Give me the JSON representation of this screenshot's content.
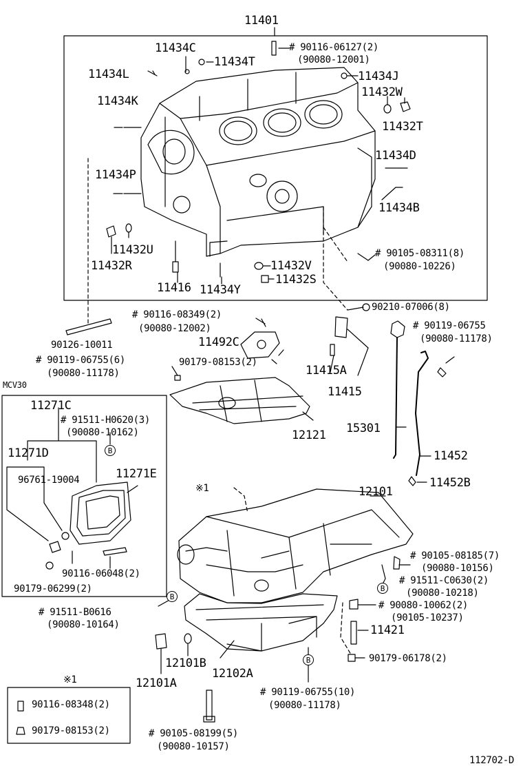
{
  "diagram_id": "112702-D",
  "variant_label": "MCV30",
  "ref_marker": "※1",
  "bubble_b": "B",
  "labels": {
    "p11401": "11401",
    "p11434C": "11434C",
    "p11434T": "11434T",
    "p11434L": "11434L",
    "p11434J": "11434J",
    "p11432W": "11432W",
    "p11434K": "11434K",
    "p11432T": "11432T",
    "p11434D": "11434D",
    "p11434P": "11434P",
    "p11434B": "11434B",
    "p11432U": "11432U",
    "p11432R": "11432R",
    "p11416": "11416",
    "p11434Y": "11434Y",
    "p11432V": "11432V",
    "p11432S": "11432S",
    "bolt_top_a": "# 90116-06127(2)",
    "bolt_top_b": "(90080-12001)",
    "bolt_side_a": "# 90105-08311(8)",
    "bolt_side_b": "(90080-10226)",
    "p90210": "90210-07006(8)",
    "stud_a": "# 90116-08349(2)",
    "stud_b": "(90080-12002)",
    "p11492C": "11492C",
    "p90126": "90126-10011",
    "p90179_08153": "90179-08153(2)",
    "p11415A": "11415A",
    "p11415": "11415",
    "bolt_l_a": "# 90119-06755(6)",
    "bolt_l_b": "(90080-11178)",
    "bolt_r_a": "# 90119-06755",
    "bolt_r_b": "(90080-11178)",
    "p12121": "12121",
    "p15301": "15301",
    "p11452": "11452",
    "p11452B": "11452B",
    "p11271C": "11271C",
    "nut_a": "# 91511-H0620(3)",
    "nut_b": "(90080-10162)",
    "p11271D": "11271D",
    "p96761": "96761-19004",
    "p11271E": "11271E",
    "p90116_06048": "90116-06048(2)",
    "p90179_06299": "90179-06299(2)",
    "p12101": "12101",
    "bolt_pan_a": "# 90105-08185(7)",
    "bolt_pan_b": "(90080-10156)",
    "nut_c_a": "# 91511-C0630(2)",
    "nut_c_b": "(90080-10218)",
    "nut_d_a": "# 90080-10062(2)",
    "nut_d_b": "(90105-10237)",
    "bolt_b616_a": "# 91511-B0616",
    "bolt_b616_b": "(90080-10164)",
    "p11421": "11421",
    "p90179_06178": "90179-06178(2)",
    "p12101B": "12101B",
    "p12102A": "12102A",
    "p12101A": "12101A",
    "bolt_bot_a": "# 90119-06755(10)",
    "bolt_bot_b": "(90080-11178)",
    "bolt_last_a": "# 90105-08199(5)",
    "bolt_last_b": "(90080-10157)",
    "ref_90116": "90116-08348(2)",
    "ref_90179": "90179-08153(2)"
  }
}
